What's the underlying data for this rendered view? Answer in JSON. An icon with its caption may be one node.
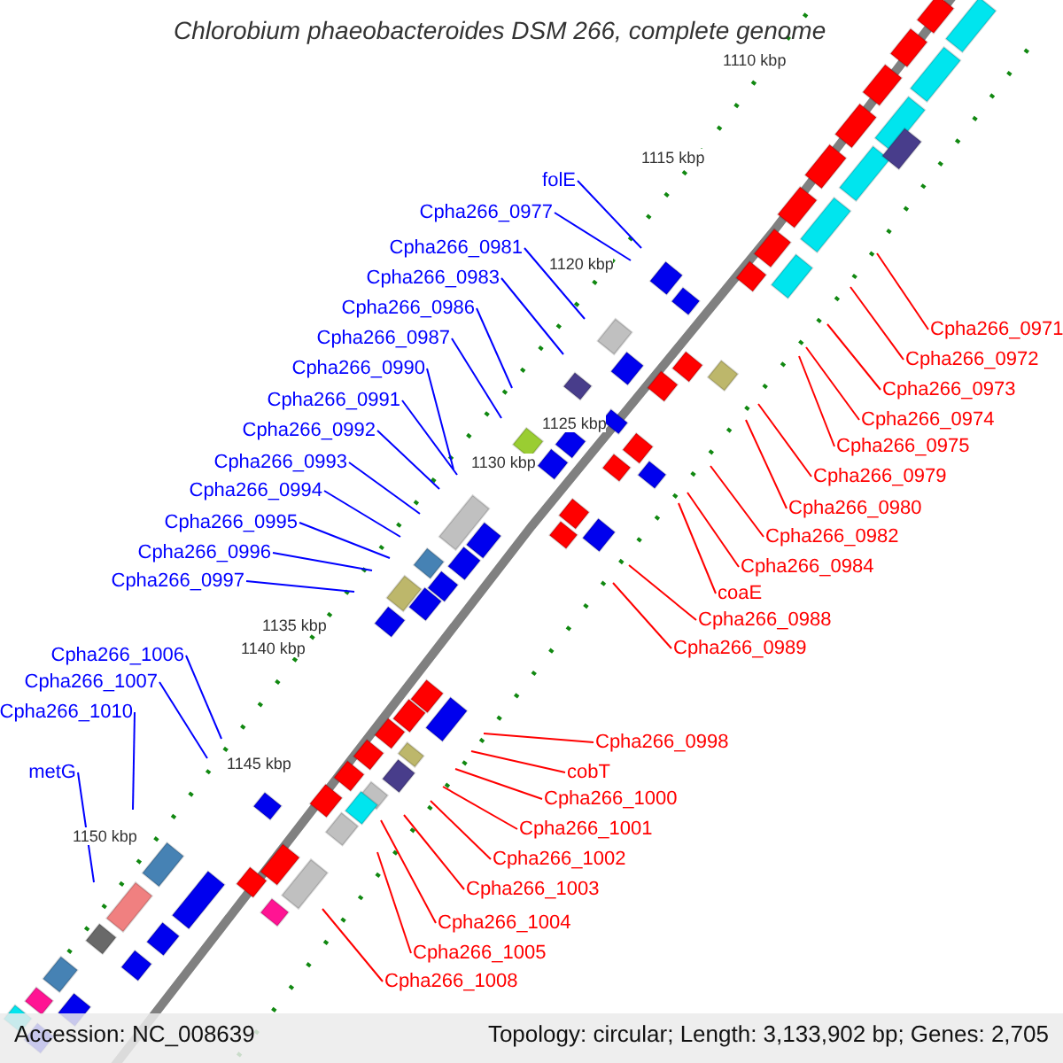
{
  "diagram": {
    "title": "Chlorobium phaeobacteroides DSM 266, complete genome",
    "nodes": [
      {
        "text": [
          "folE"
        ]
      },
      {
        "text": [
          "Cpha266_0977"
        ]
      },
      {
        "text": [
          "Cpha266_0981"
        ]
      },
      {
        "text": [
          "Cpha266_0983"
        ]
      },
      {
        "text": [
          "Cpha266_0986"
        ]
      },
      {
        "text": [
          "Cpha266_0987"
        ]
      },
      {
        "text": [
          "Cpha266_0990"
        ]
      },
      {
        "text": [
          "Cpha266_0991"
        ]
      },
      {
        "text": [
          "Cpha266_0992"
        ]
      },
      {
        "text": [
          "Cpha266_0993"
        ]
      },
      {
        "text": [
          "Cpha266_0994"
        ]
      },
      {
        "text": [
          "Cpha266_0995"
        ]
      },
      {
        "text": [
          "Cpha266_0996"
        ]
      },
      {
        "text": [
          "Cpha266_0997"
        ]
      },
      {
        "text": [
          "Cpha266_1006"
        ]
      },
      {
        "text": [
          "Cpha266_1007"
        ]
      },
      {
        "text": [
          "Cpha266_1010"
        ]
      },
      {
        "text": [
          "metG"
        ]
      },
      {
        "text": [
          "Cpha266_0971"
        ]
      },
      {
        "text": [
          "Cpha266_0972"
        ]
      },
      {
        "text": [
          "Cpha266_0973"
        ]
      },
      {
        "text": [
          "Cpha266_0974"
        ]
      },
      {
        "text": [
          "Cpha266_0975"
        ]
      },
      {
        "text": [
          "Cpha266_0979"
        ]
      },
      {
        "text": [
          "Cpha266_0980"
        ]
      },
      {
        "text": [
          "Cpha266_0982"
        ]
      },
      {
        "text": [
          "Cpha266_0984"
        ]
      },
      {
        "text": [
          "coaE"
        ]
      },
      {
        "text": [
          "Cpha266_0988"
        ]
      },
      {
        "text": [
          "Cpha266_0989"
        ]
      },
      {
        "text": [
          "Cpha266_0998"
        ]
      },
      {
        "text": [
          "cobT"
        ]
      },
      {
        "text": [
          "Cpha266_1000"
        ]
      },
      {
        "text": [
          "Cpha266_1001"
        ]
      },
      {
        "text": [
          "Cpha266_1002"
        ]
      },
      {
        "text": [
          "Cpha266_1003"
        ]
      },
      {
        "text": [
          "Cpha266_1004"
        ]
      },
      {
        "text": [
          "Cpha266_1005"
        ]
      },
      {
        "text": [
          "Cpha266_1008"
        ]
      }
    ],
    "edges": [
      {
        "from": 0,
        "to": null,
        "arrow": "none",
        "color": "#0000ff"
      },
      {
        "from": 1,
        "to": null,
        "arrow": "none",
        "color": "#0000ff"
      },
      {
        "from": 2,
        "to": null,
        "arrow": "none",
        "color": "#0000ff"
      },
      {
        "from": 3,
        "to": null,
        "arrow": "none",
        "color": "#0000ff"
      },
      {
        "from": 4,
        "to": null,
        "arrow": "none",
        "color": "#0000ff"
      },
      {
        "from": 5,
        "to": null,
        "arrow": "none",
        "color": "#0000ff"
      },
      {
        "from": 6,
        "to": null,
        "arrow": "none",
        "color": "#0000ff"
      },
      {
        "from": 7,
        "to": null,
        "arrow": "none",
        "color": "#0000ff"
      },
      {
        "from": 8,
        "to": null,
        "arrow": "none",
        "color": "#0000ff"
      },
      {
        "from": 9,
        "to": null,
        "arrow": "none",
        "color": "#0000ff"
      },
      {
        "from": 10,
        "to": null,
        "arrow": "none",
        "color": "#0000ff"
      },
      {
        "from": 11,
        "to": null,
        "arrow": "none",
        "color": "#0000ff"
      },
      {
        "from": 12,
        "to": null,
        "arrow": "none",
        "color": "#0000ff"
      },
      {
        "from": 13,
        "to": null,
        "arrow": "none",
        "color": "#0000ff"
      },
      {
        "from": 14,
        "to": null,
        "arrow": "none",
        "color": "#0000ff"
      },
      {
        "from": 15,
        "to": null,
        "arrow": "none",
        "color": "#0000ff"
      },
      {
        "from": 16,
        "to": null,
        "arrow": "none",
        "color": "#0000ff"
      },
      {
        "from": 17,
        "to": null,
        "arrow": "none",
        "color": "#0000ff"
      },
      {
        "from": 18,
        "to": null,
        "arrow": "none"
      },
      {
        "from": 19,
        "to": null,
        "arrow": "none"
      },
      {
        "from": 20,
        "to": null,
        "arrow": "none"
      },
      {
        "from": 21,
        "to": null,
        "arrow": "none"
      },
      {
        "from": 22,
        "to": null,
        "arrow": "none"
      },
      {
        "from": 23,
        "to": null,
        "arrow": "none"
      },
      {
        "from": 24,
        "to": null,
        "arrow": "none"
      },
      {
        "from": 25,
        "to": null,
        "arrow": "none"
      },
      {
        "from": 26,
        "to": null,
        "arrow": "none"
      },
      {
        "from": 27,
        "to": null,
        "arrow": "none"
      },
      {
        "from": 28,
        "to": null,
        "arrow": "none"
      },
      {
        "from": 29,
        "to": null,
        "arrow": "none"
      },
      {
        "from": 30,
        "to": null,
        "arrow": "none"
      },
      {
        "from": 31,
        "to": null,
        "arrow": "none"
      },
      {
        "from": 32,
        "to": null,
        "arrow": "none"
      },
      {
        "from": 33,
        "to": null,
        "arrow": "none"
      },
      {
        "from": 34,
        "to": null,
        "arrow": "none"
      },
      {
        "from": 35,
        "to": null,
        "arrow": "none"
      },
      {
        "from": 36,
        "to": null,
        "arrow": "none"
      },
      {
        "from": 37,
        "to": null,
        "arrow": "none"
      },
      {
        "from": 38,
        "to": null,
        "arrow": "none"
      }
    ],
    "labels": [
      "1110 kbp",
      "1115 kbp",
      "1120 kbp",
      "1125 kbp",
      "1130 kbp",
      "1135 kbp",
      "1140 kbp",
      "1145 kbp",
      "1150 kbp",
      "Accession: NC_008639",
      "Topology: circular; Length: 3,133,902 bp; Genes: 2,705"
    ]
  }
}
